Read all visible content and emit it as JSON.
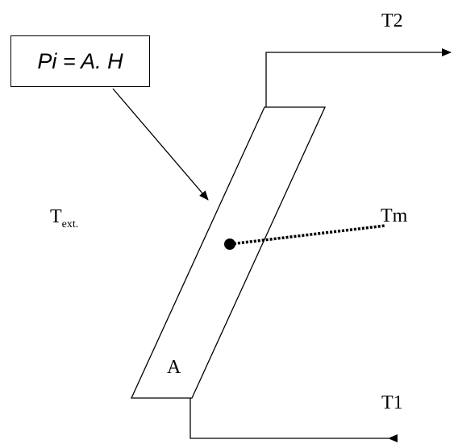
{
  "formula": "Pi = A. H",
  "labels": {
    "t2": "T2",
    "t1": "T1",
    "tm": "Tm",
    "area": "A",
    "text_base": "T",
    "text_sub": "ext."
  },
  "colors": {
    "stroke": "#000000",
    "background": "#ffffff"
  }
}
